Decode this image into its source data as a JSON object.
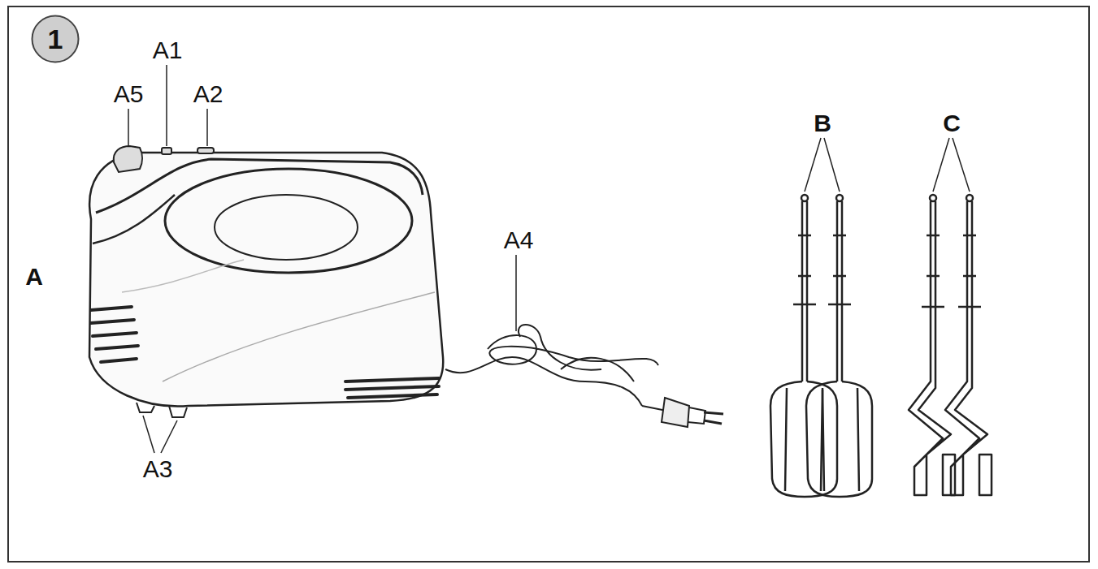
{
  "diagram": {
    "nodes": [
      {
        "text": [
          "1"
        ]
      }
    ],
    "labels": [
      "A1",
      "A5",
      "A2",
      "A4",
      "A",
      "A3",
      "B",
      "C"
    ]
  }
}
